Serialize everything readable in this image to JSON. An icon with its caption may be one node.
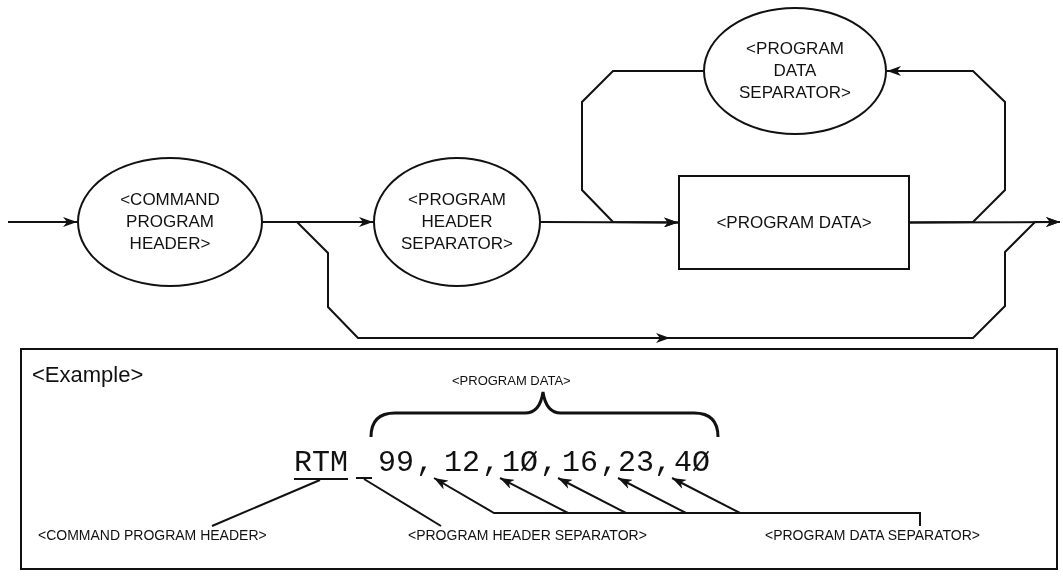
{
  "diagram": {
    "nodes": [
      {
        "text": [
          "<COMMAND PROGRAM HEADER>"
        ]
      },
      {
        "text": [
          "<PROGRAM HEADER SEPARATOR>"
        ]
      },
      {
        "text": [
          "<PROGRAM DATA SEPARATOR>"
        ]
      },
      {
        "text": [
          "<PROGRAM DATA>"
        ]
      },
      {
        "text": [
          "<Example>"
        ]
      },
      {
        "text": [
          "RTM"
        ],
        "in": 4
      },
      {
        "text": [],
        "shape": "bar",
        "in": 4
      },
      {
        "text": [
          ","
        ],
        "in": 4
      },
      {
        "text": [
          ","
        ],
        "in": 4
      },
      {
        "text": [
          ","
        ],
        "in": 4
      },
      {
        "text": [
          ","
        ],
        "in": 4
      },
      {
        "text": [
          ","
        ],
        "in": 4
      },
      {
        "text": [
          "<COMMAND PROGRAM HEADER>"
        ],
        "in": 4
      },
      {
        "text": [
          "<PROGRAM HEADER SEPARATOR>"
        ],
        "in": 4
      },
      {
        "text": [
          "<PROGRAM DATA SEPARATOR>"
        ],
        "in": 4
      }
    ],
    "edges": [
      {
        "from": null,
        "to": 0,
        "arrow": "to"
      },
      {
        "from": 0,
        "to": 1,
        "arrow": "to"
      },
      {
        "from": 0,
        "to": null,
        "arrow": "to"
      },
      {
        "from": 1,
        "to": 3,
        "arrow": "to"
      },
      {
        "from": 3,
        "to": 2,
        "arrow": "to"
      },
      {
        "from": 2,
        "to": 3,
        "arrow": "to"
      },
      {
        "from": 3,
        "to": null,
        "arrow": "to"
      },
      {
        "from": 12,
        "to": 5,
        "arrow": "none"
      },
      {
        "from": 13,
        "to": 6,
        "arrow": "none"
      },
      {
        "from": 14,
        "to": 7,
        "arrow": "to"
      },
      {
        "from": 14,
        "to": 8,
        "arrow": "to"
      },
      {
        "from": 14,
        "to": 9,
        "arrow": "to"
      },
      {
        "from": 14,
        "to": 10,
        "arrow": "to"
      },
      {
        "from": 14,
        "to": 11,
        "arrow": "to"
      }
    ],
    "labels": [
      "<PROGRAM DATA>",
      "99",
      "12",
      "1Ø",
      "16",
      "23",
      "4Ø"
    ]
  }
}
